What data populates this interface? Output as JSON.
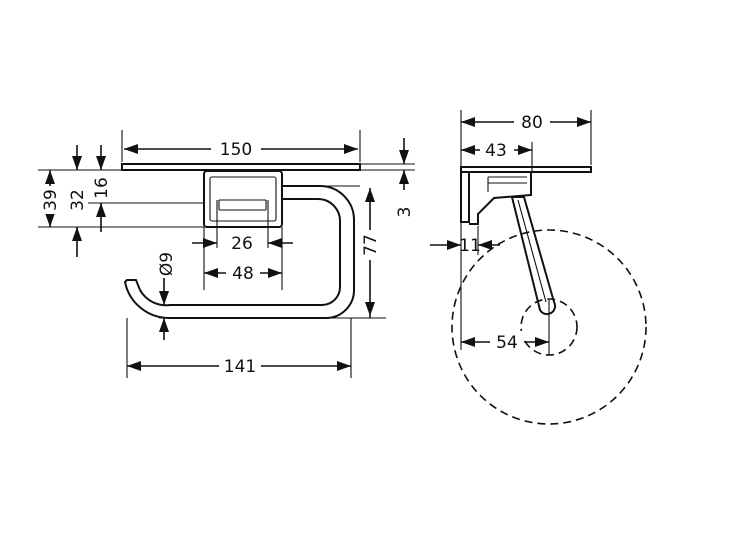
{
  "dimensions": {
    "width_150": "150",
    "width_80": "80",
    "depth_43": "43",
    "height_39": "39",
    "height_32": "32",
    "height_16": "16",
    "thickness_3": "3",
    "height_77": "77",
    "spacing_26": "26",
    "width_48": "48",
    "diameter_9": "Ø9",
    "length_141": "141",
    "offset_11": "11",
    "radius_54": "54"
  }
}
